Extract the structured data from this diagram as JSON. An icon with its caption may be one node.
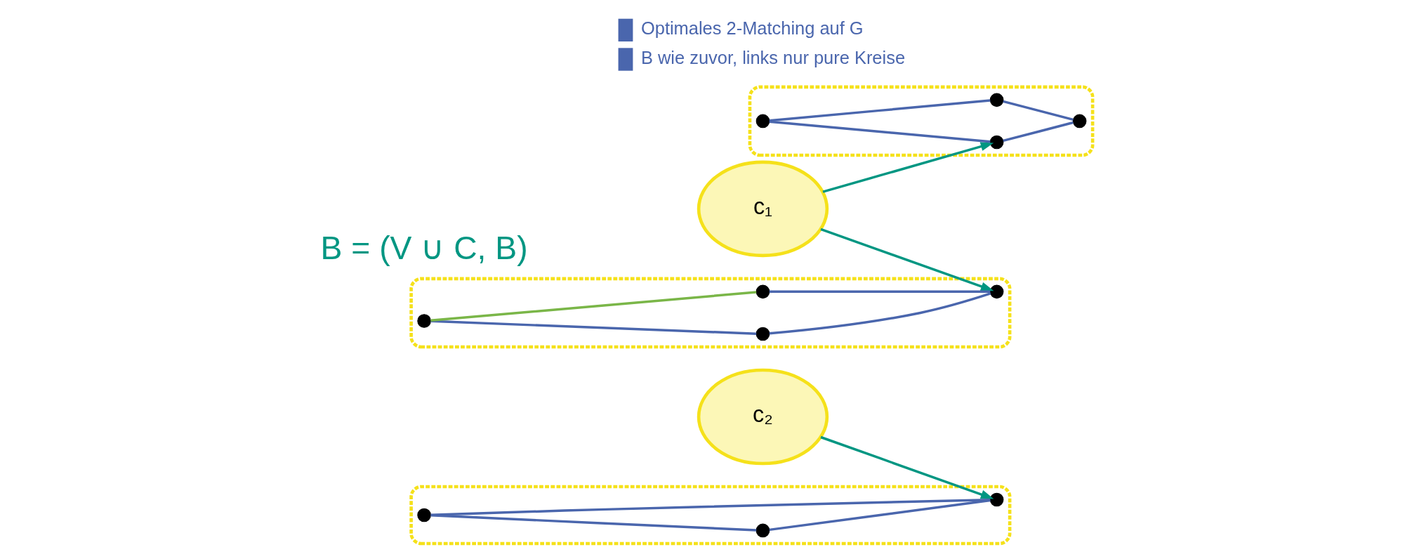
{
  "diagram": {
    "nodes": [
      {
        "text": [
          "c₂"
        ]
      },
      {
        "text": [
          "c₁"
        ]
      },
      {
        "text": [],
        "shape": "ellipse"
      },
      {
        "text": [],
        "shape": "circle",
        "in": 2
      },
      {
        "text": [],
        "shape": "circle",
        "in": 2
      },
      {
        "text": [],
        "shape": "circle",
        "in": 2
      },
      {
        "text": [],
        "shape": "circle",
        "in": 2
      },
      {
        "text": [],
        "shape": "ellipse"
      },
      {
        "text": [],
        "shape": "circle",
        "in": 7
      },
      {
        "text": [],
        "shape": "circle",
        "in": 7
      },
      {
        "text": [],
        "shape": "circle",
        "in": 7
      },
      {
        "text": [],
        "shape": "ellipse"
      },
      {
        "text": [],
        "shape": "circle",
        "in": 11
      },
      {
        "text": [],
        "shape": "circle",
        "in": 11
      },
      {
        "text": [],
        "shape": "circle",
        "in": 11
      },
      {
        "text": [],
        "shape": "circle",
        "in": 11
      }
    ],
    "edges": [
      {
        "from": 3,
        "to": 4,
        "arrow": "none"
      },
      {
        "from": 4,
        "to": 6,
        "arrow": "none"
      },
      {
        "from": 5,
        "to": 6,
        "arrow": "none"
      },
      {
        "from": 3,
        "to": 5,
        "arrow": "none"
      },
      {
        "from": 8,
        "to": 9,
        "arrow": "none"
      },
      {
        "from": 9,
        "to": 10,
        "arrow": "none"
      },
      {
        "from": 8,
        "to": 10,
        "arrow": "none"
      },
      {
        "from": 12,
        "to": 13,
        "arrow": "none"
      },
      {
        "from": 13,
        "to": 15,
        "arrow": "none"
      },
      {
        "from": 14,
        "to": 15,
        "arrow": "none"
      },
      {
        "from": 12,
        "to": 14,
        "arrow": "none",
        "color": "#7ab648"
      },
      {
        "from": 0,
        "to": 10,
        "arrow": "to",
        "color": "#009682"
      },
      {
        "from": 1,
        "to": 4,
        "arrow": "to",
        "color": "#009682"
      },
      {
        "from": 1,
        "to": 15,
        "arrow": "to",
        "color": "#009682"
      }
    ],
    "labels": [
      "B = (V ∪ C, B)"
    ],
    "legend": [
      {
        "text": "Optimales 2-Matching auf G",
        "color": "#4a66ad"
      },
      {
        "text": "B wie zuvor, links nur pure Kreise",
        "color": "#4a66ad"
      }
    ]
  }
}
